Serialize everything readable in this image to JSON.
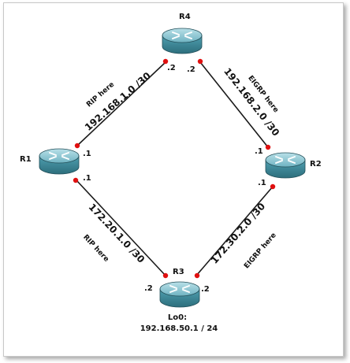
{
  "routers": {
    "r1": {
      "name": "R1"
    },
    "r2": {
      "name": "R2"
    },
    "r3": {
      "name": "R3"
    },
    "r4": {
      "name": "R4"
    }
  },
  "ports": {
    "r4_left": ".2",
    "r4_right": ".2",
    "r1_top": ".1",
    "r1_bottom": ".1",
    "r2_top": ".1",
    "r2_bottom": ".1",
    "r3_left": ".2",
    "r3_right": ".2"
  },
  "links": {
    "r1_r4": {
      "network": "192.168.1.0 /30",
      "protocol": "RIP here"
    },
    "r4_r2": {
      "network": "192.168.2.0 /30",
      "protocol": "EIGRP here"
    },
    "r1_r3": {
      "network": "172.20.1.0 /30",
      "protocol": "RIP here"
    },
    "r2_r3": {
      "network": "172.30.2.0 /30",
      "protocol": "EIGRP here"
    }
  },
  "loopback": {
    "name": "Lo0:",
    "address": "192.168.50.1 / 24"
  },
  "colors": {
    "link_line": "#1a1a1a",
    "port_dot": "#e01010",
    "router_body": "#3d8c9c"
  }
}
